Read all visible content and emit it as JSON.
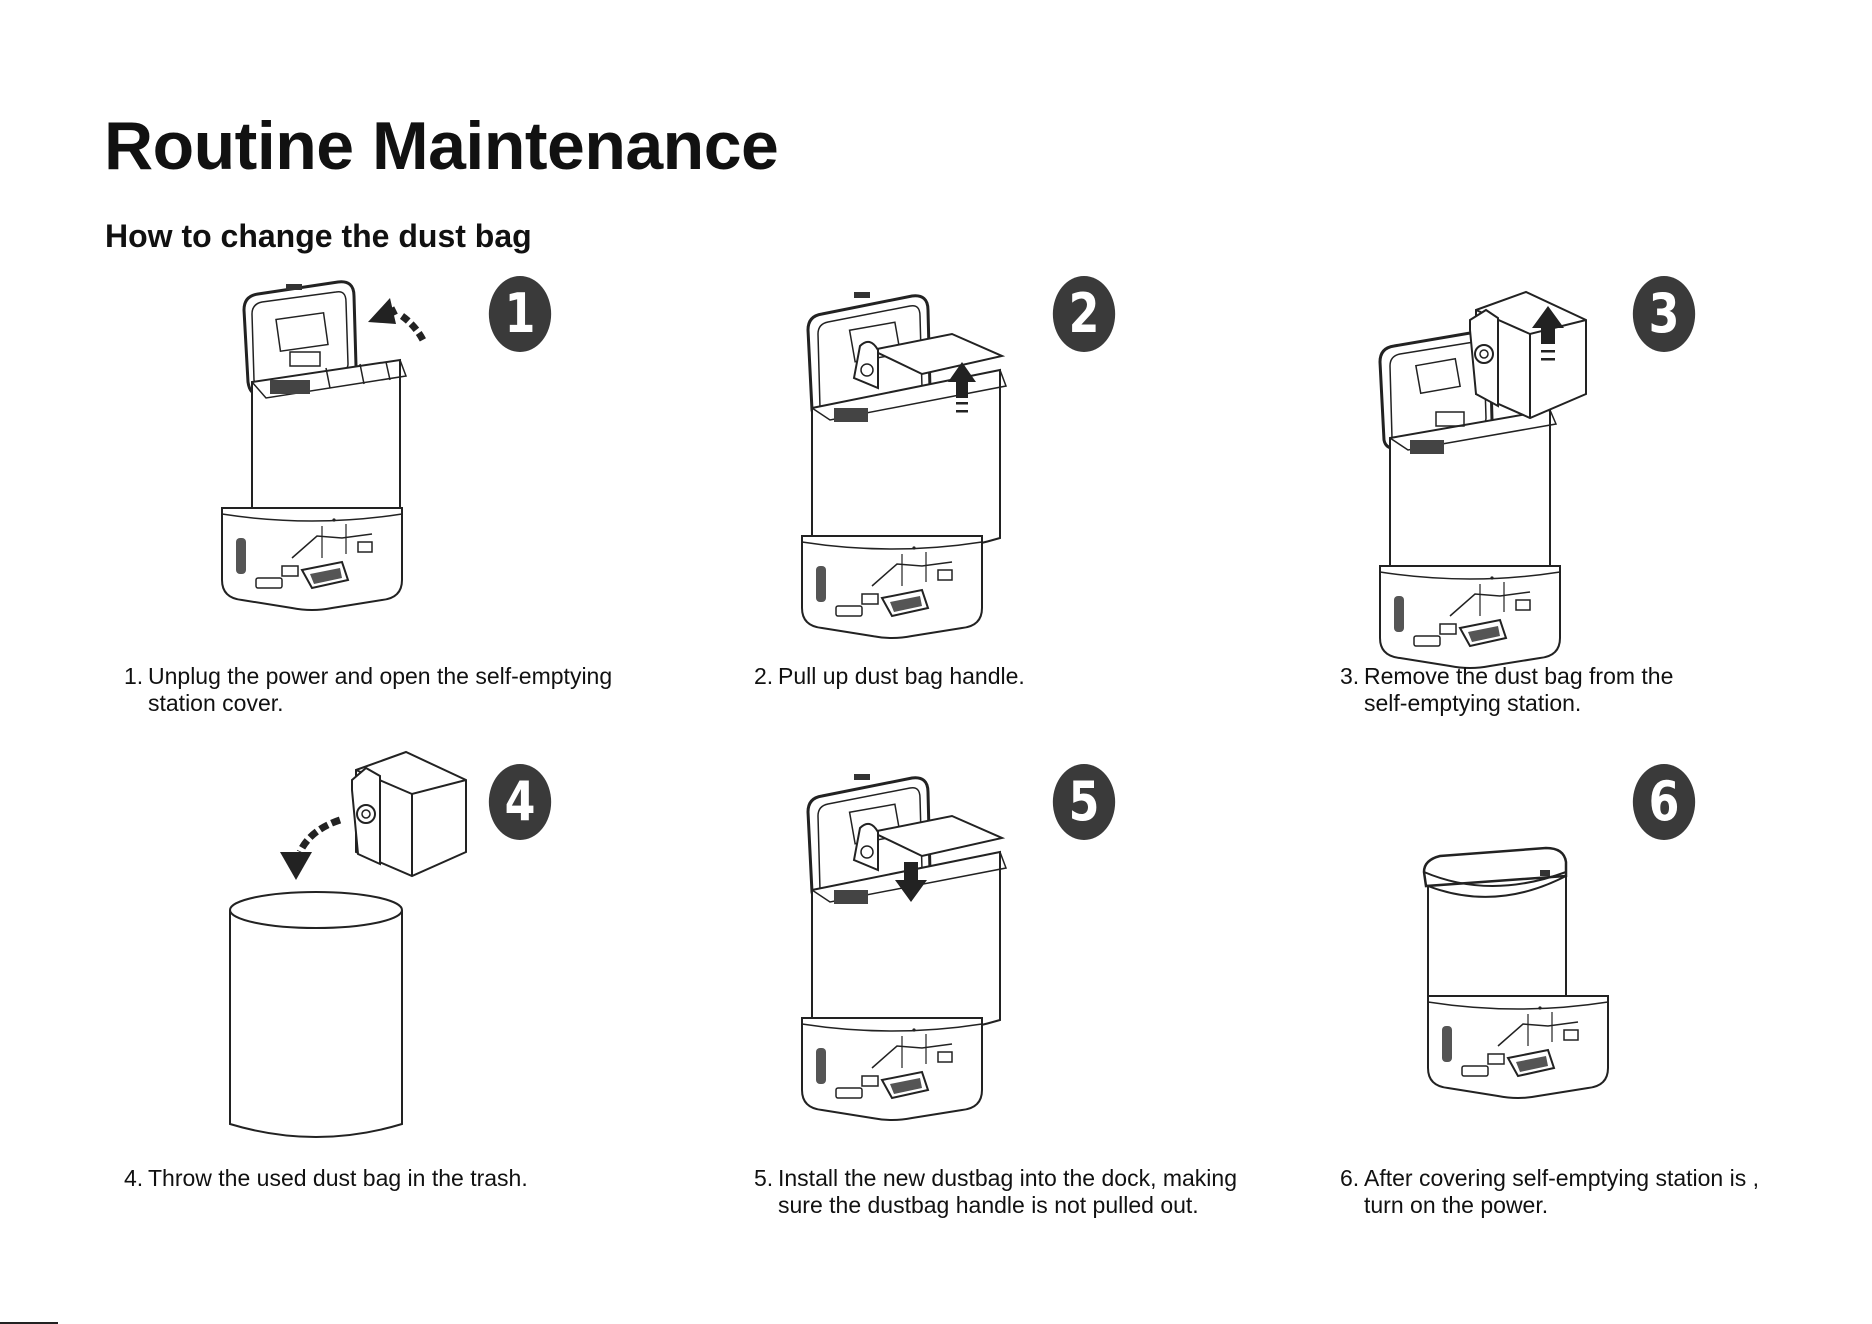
{
  "page": {
    "title": "Routine Maintenance",
    "section_title": "How to change the dust bag"
  },
  "steps": [
    {
      "badge": "1",
      "number": "1.",
      "line1": "Unplug the power and open the self-emptying",
      "line2": "station cover."
    },
    {
      "badge": "2",
      "number": "2.",
      "line1": "Pull up dust bag handle.",
      "line2": ""
    },
    {
      "badge": "3",
      "number": "3.",
      "line1": "Remove the dust bag from the",
      "line2": "self-emptying station."
    },
    {
      "badge": "4",
      "number": "4.",
      "line1": "Throw the used dust bag in the trash.",
      "line2": ""
    },
    {
      "badge": "5",
      "number": "5.",
      "line1": "Install the new dustbag into the dock, making",
      "line2": "sure the dustbag handle is not pulled out."
    },
    {
      "badge": "6",
      "number": "6.",
      "line1": "After covering self-emptying station is ,",
      "line2": "turn on the power."
    }
  ],
  "icons": {
    "up_arrow": "arrow-up-icon",
    "down_arrow": "arrow-down-icon",
    "curved_arrow": "curved-arrow-icon"
  }
}
